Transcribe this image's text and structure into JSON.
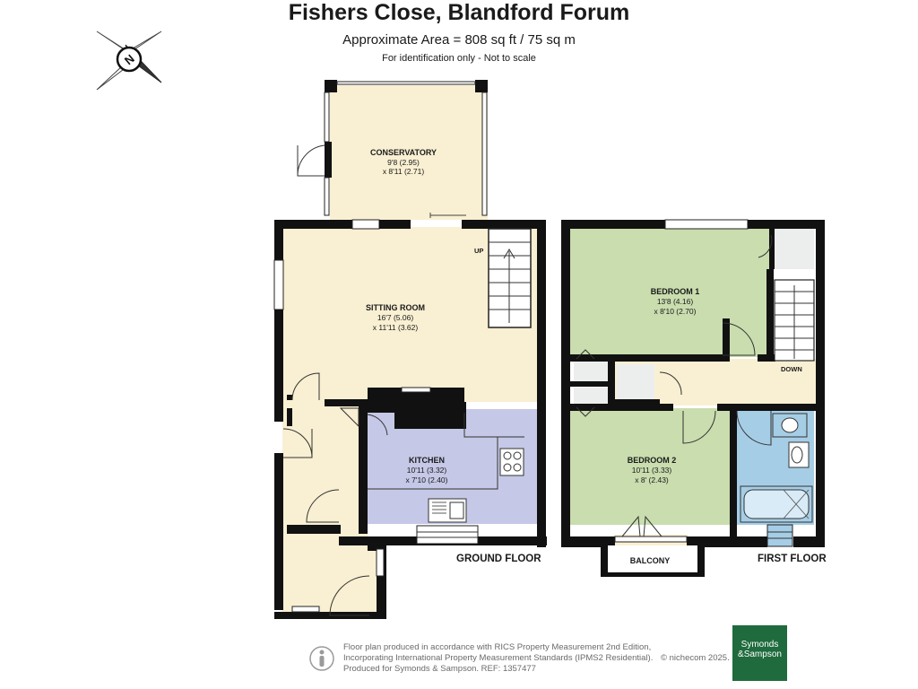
{
  "header": {
    "title": "Fishers Close, Blandford Forum",
    "area": "Approximate Area = 808 sq ft / 75 sq m",
    "note": "For identification only - Not to scale"
  },
  "compass": {
    "letter": "N"
  },
  "rooms": {
    "conservatory": {
      "name": "CONSERVATORY",
      "dim1": "9'8 (2.95)",
      "dim2": "x 8'11 (2.71)"
    },
    "sitting_room": {
      "name": "SITTING ROOM",
      "dim1": "16'7 (5.06)",
      "dim2": "x 11'11 (3.62)"
    },
    "kitchen": {
      "name": "KITCHEN",
      "dim1": "10'11 (3.32)",
      "dim2": "x 7'10 (2.40)"
    },
    "bedroom1": {
      "name": "BEDROOM 1",
      "dim1": "13'8 (4.16)",
      "dim2": "x 8'10 (2.70)"
    },
    "bedroom2": {
      "name": "BEDROOM 2",
      "dim1": "10'11 (3.33)",
      "dim2": "x 8' (2.43)"
    },
    "balcony": {
      "name": "BALCONY"
    }
  },
  "stairs": {
    "up": "UP",
    "down": "DOWN"
  },
  "floors": {
    "ground": "GROUND FLOOR",
    "first": "FIRST FLOOR"
  },
  "footer": {
    "line1": "Floor plan produced in accordance with RICS Property Measurement 2nd Edition,",
    "line2": "Incorporating International Property Measurement Standards (IPMS2 Residential).",
    "line3": "Produced for Symonds & Sampson.   REF: 1357477",
    "copyright": "© nichecom 2025.",
    "logo_line1": "Symonds",
    "logo_line2": "&Sampson"
  },
  "colors": {
    "conservatory": "#f9efd2",
    "sitting_room": "#f9efd2",
    "kitchen": "#c5c8e6",
    "bedroom": "#c9ddae",
    "bathroom": "#a6cde6",
    "storage": "#eceeee",
    "wall": "#111111",
    "logo": "#1f6b3d"
  }
}
